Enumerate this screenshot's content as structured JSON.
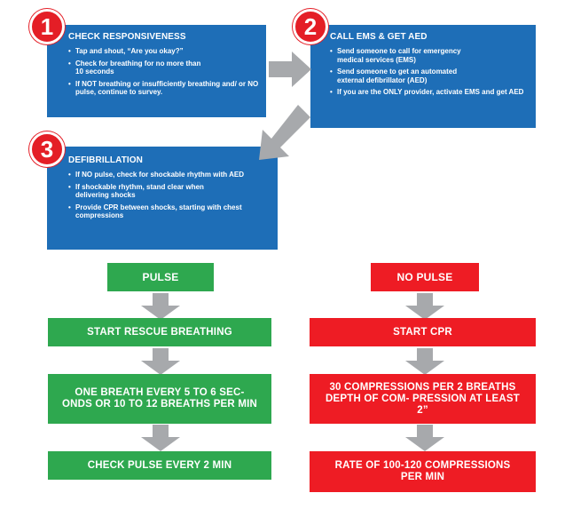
{
  "steps": [
    {
      "number": "1",
      "title": "CHECK RESPONSIVENESS",
      "bullets": [
        "Tap and shout, “Are you okay?”",
        "Check for breathing for no more than 10 seconds",
        "If NOT breathing or insufficiently breathing and/ or NO pulse, continue to survey."
      ]
    },
    {
      "number": "2",
      "title": "CALL EMS & GET AED",
      "bullets": [
        "Send someone to call for emergency medical services (EMS)",
        "Send someone to get an automated external defibrillator (AED)",
        "If you are the ONLY provider, activate EMS and get AED"
      ]
    },
    {
      "number": "3",
      "title": "DEFIBRILLATION",
      "bullets": [
        "If NO pulse, check for shockable rhythm with AED",
        "If shockable rhythm, stand clear when delivering shocks",
        "Provide CPR between shocks, starting with chest compressions"
      ]
    }
  ],
  "pulse_branch": {
    "header": "PULSE",
    "steps": [
      "START RESCUE BREATHING",
      "ONE BREATH EVERY 5 TO 6 SEC- ONDS OR 10 TO 12 BREATHS PER MIN",
      "CHECK PULSE EVERY 2 MIN"
    ]
  },
  "no_pulse_branch": {
    "header": "NO PULSE",
    "steps": [
      "START CPR",
      "30 COMPRESSIONS PER 2 BREATHS DEPTH OF COM- PRESSION AT LEAST 2”",
      "RATE OF 100-120 COMPRESSIONS PER MIN"
    ]
  },
  "colors": {
    "step_box": "#1e6eb7",
    "badge": "#e41e26",
    "pulse": "#2ea84f",
    "no_pulse": "#ee1c24",
    "arrow": "#a7a9ac"
  }
}
